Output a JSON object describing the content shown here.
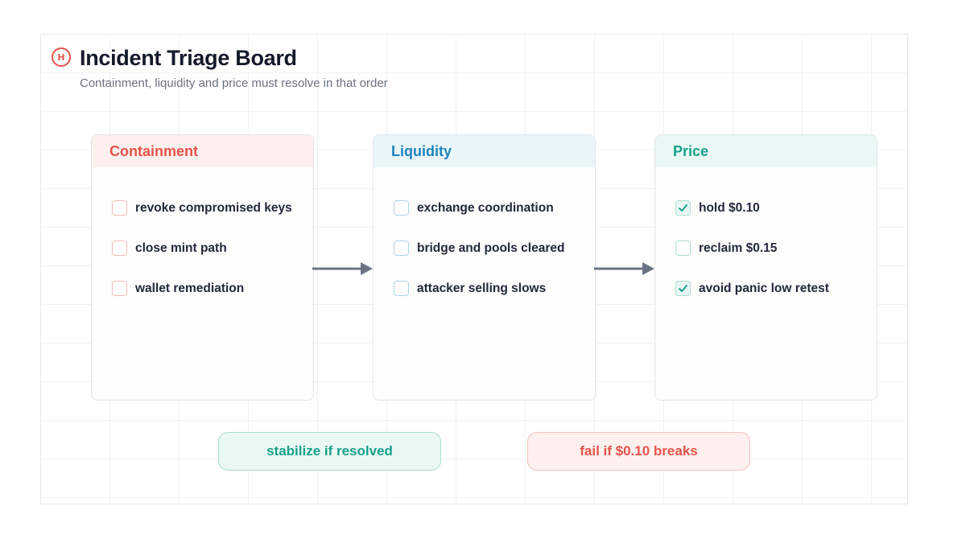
{
  "board": {
    "logo_letter": "H",
    "title": "Incident Triage Board",
    "subtitle": "Containment, liquidity and price must resolve in that order"
  },
  "columns": [
    {
      "title": "Containment",
      "accent": "#e8534b",
      "header_bg": "#fdf0ee",
      "checkbox_border": "#f0bdb8",
      "items": [
        {
          "label": "revoke compromised keys",
          "checked": false
        },
        {
          "label": "close mint path",
          "checked": false
        },
        {
          "label": "wallet remediation",
          "checked": false
        }
      ]
    },
    {
      "title": "Liquidity",
      "accent": "#1d84b9",
      "header_bg": "#eaf5f9",
      "checkbox_border": "#a9d3e5",
      "items": [
        {
          "label": "exchange coordination",
          "checked": false
        },
        {
          "label": "bridge and pools cleared",
          "checked": false
        },
        {
          "label": "attacker selling slows",
          "checked": false
        }
      ]
    },
    {
      "title": "Price",
      "accent": "#17a28b",
      "header_bg": "#e9f8f4",
      "checkbox_border": "#a9ddd2",
      "items": [
        {
          "label": "hold $0.10",
          "checked": true
        },
        {
          "label": "reclaim $0.15",
          "checked": false
        },
        {
          "label": "avoid panic low retest",
          "checked": true
        }
      ]
    }
  ],
  "outcomes": {
    "success": {
      "label": "stabilize if resolved",
      "color": "#17a28b",
      "bg": "#eaf8f3",
      "border": "#a9ddd2"
    },
    "failure": {
      "label": "fail if $0.10 breaks",
      "color": "#e8534b",
      "bg": "#fdf0ee",
      "border": "#f2c3bd"
    }
  },
  "connector_color": "#6b7383"
}
